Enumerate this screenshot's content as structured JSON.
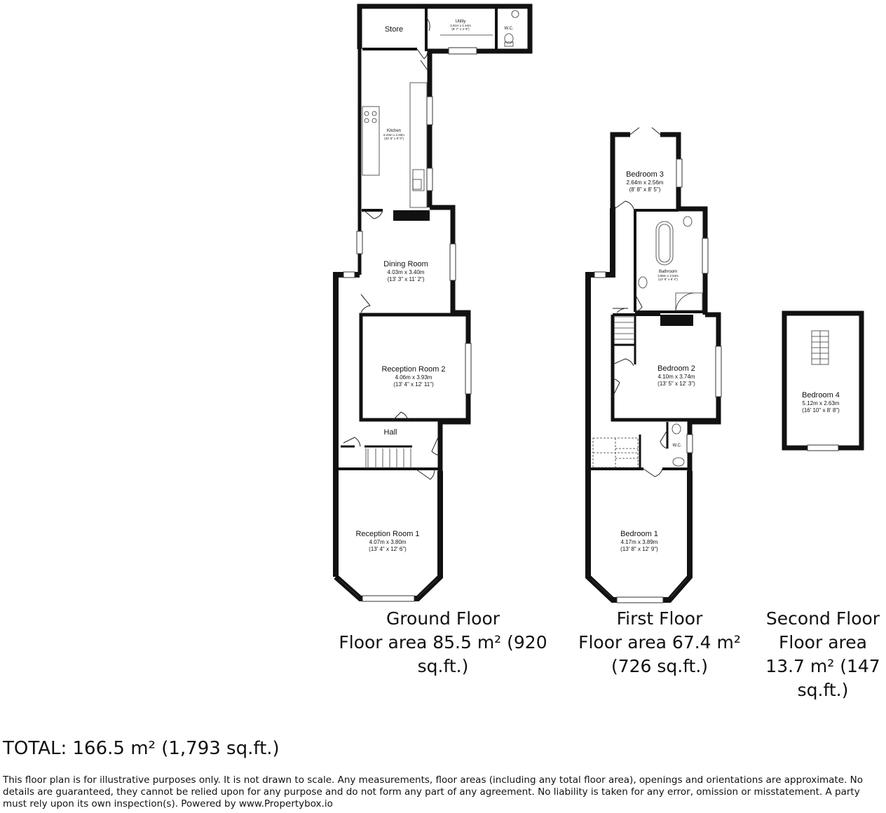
{
  "ground_floor": {
    "title": "Ground Floor",
    "area": "Floor area 85.5 m² (920 sq.ft.)",
    "rooms": {
      "store": {
        "name": "Store"
      },
      "utility": {
        "name": "Utility",
        "dim": "3.01m x 1.44m",
        "dim_imp": "(9' 7\" x 4' 9\")"
      },
      "wc": {
        "name": "W.C."
      },
      "kitchen": {
        "name": "Kitchen",
        "dim": "6.23m x 2.45m",
        "dim_imp": "(20' 5\" x 8' 0\")"
      },
      "dining": {
        "name": "Dining Room",
        "dim": "4.03m x 3.40m",
        "dim_imp": "(13' 3\" x 11' 2\")"
      },
      "reception2": {
        "name": "Reception Room 2",
        "dim": "4.06m x 3.93m",
        "dim_imp": "(13' 4\" x 12' 11\")"
      },
      "hall": {
        "name": "Hall"
      },
      "reception1": {
        "name": "Reception Room 1",
        "dim": "4.07m x 3.80m",
        "dim_imp": "(13' 4\" x 12' 6\")"
      }
    }
  },
  "first_floor": {
    "title": "First Floor",
    "area": "Floor area 67.4 m² (726 sq.ft.)",
    "rooms": {
      "bedroom3": {
        "name": "Bedroom 3",
        "dim": "2.64m x 2.56m",
        "dim_imp": "(8' 8\" x 8' 5\")"
      },
      "bathroom": {
        "name": "Bathroom",
        "dim": "3.86m x 2.54m",
        "dim_imp": "(12' 8\" x 8' 4\")"
      },
      "bedroom2": {
        "name": "Bedroom 2",
        "dim": "4.10m x 3.74m",
        "dim_imp": "(13' 5\" x 12' 3\")"
      },
      "wc": {
        "name": "W.C."
      },
      "bedroom1": {
        "name": "Bedroom 1",
        "dim": "4.17m x 3.89m",
        "dim_imp": "(13' 8\" x 12' 9\")"
      }
    }
  },
  "second_floor": {
    "title": "Second Floor",
    "area": "Floor area 13.7 m² (147 sq.ft.)",
    "rooms": {
      "bedroom4": {
        "name": "Bedroom 4",
        "dim": "5.12m x 2.63m",
        "dim_imp": "(16' 10\" x 8' 8\")"
      }
    }
  },
  "total": "TOTAL: 166.5 m² (1,793 sq.ft.)",
  "disclaimer": "This floor plan is for illustrative purposes only. It is not drawn to scale. Any measurements, floor areas (including any total floor area), openings and orientations are approximate. No details are guaranteed, they cannot be relied upon for any purpose and do not form any part of any agreement. No liability is taken for any error, omission or misstatement. A party must rely upon its own inspection(s). Powered by www.Propertybox.io",
  "colors": {
    "wall": "#111111",
    "window": "#ffffff",
    "background": "#ffffff"
  }
}
